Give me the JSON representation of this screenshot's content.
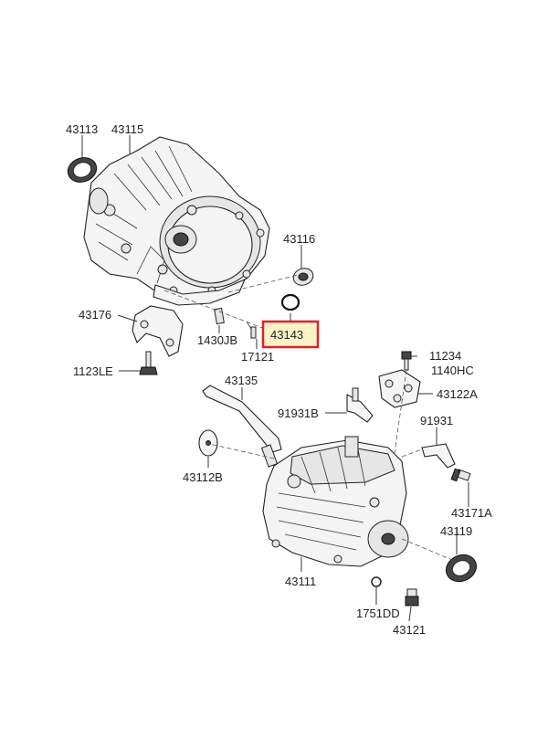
{
  "highlight": {
    "color_border": "#e0202a",
    "color_fill": "#fbf3c6"
  },
  "labels": {
    "p43113": "43113",
    "p43115": "43115",
    "p43116": "43116",
    "p43143": "43143",
    "p43176": "43176",
    "p1430JB": "1430JB",
    "p17121": "17121",
    "p1123LE": "1123LE",
    "p11234": "11234",
    "p1140HC": "1140HC",
    "p43122A": "43122A",
    "p43135": "43135",
    "p91931B": "91931B",
    "p91931": "91931",
    "p43112B": "43112B",
    "p43171A": "43171A",
    "p43119": "43119",
    "p43111": "43111",
    "p1751DD": "1751DD",
    "p43121": "43121"
  }
}
